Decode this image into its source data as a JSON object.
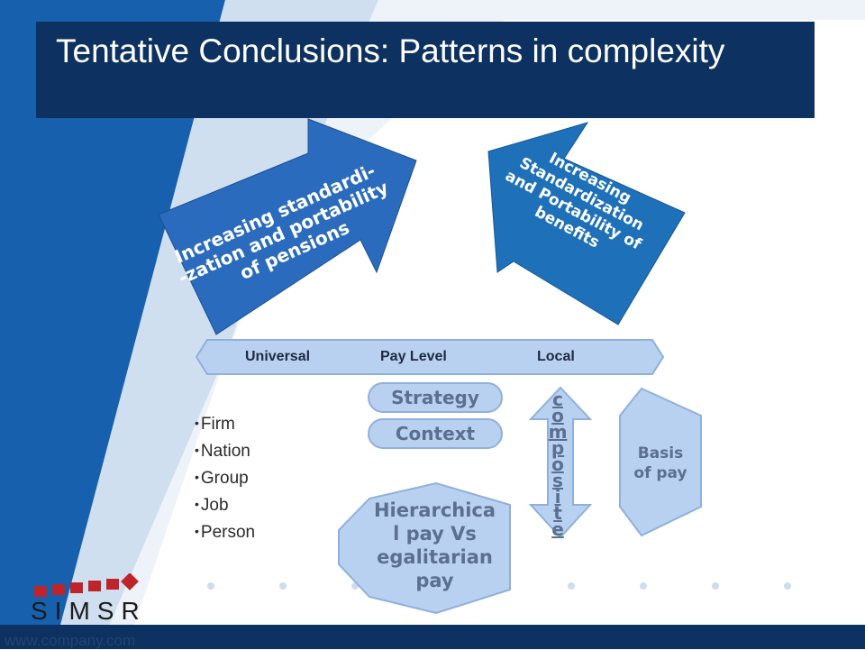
{
  "slide": {
    "title": "Tentative Conclusions: Patterns in complexity",
    "footer_url": "www.company.com",
    "logo_text": "SIMSR"
  },
  "arrows": {
    "left": [
      "Increasing standardi-",
      "-zation and portability",
      "of pensions"
    ],
    "right": [
      "Increasing",
      "Standardization",
      "and Portability of",
      "benefits"
    ]
  },
  "axis": {
    "left": "Universal",
    "center": "Pay Level",
    "right": "Local"
  },
  "tags": {
    "strategy": "Strategy",
    "context": "Context"
  },
  "bullets": [
    "Firm",
    "Nation",
    "Group",
    "Job",
    "Person"
  ],
  "composite": [
    "c",
    "o",
    "m",
    "p",
    "o",
    "s",
    "i",
    "t",
    "e"
  ],
  "basis": [
    "Basis",
    "of pay"
  ],
  "hierarchy": [
    "Hierarchica",
    "l pay Vs",
    "egalitarian",
    "pay"
  ],
  "colors": {
    "dark_navy": "#0d3161",
    "arrow_blue": "#2a6bbd",
    "light_blue": "#b9d1f1",
    "logo_red": "#c0242b"
  }
}
